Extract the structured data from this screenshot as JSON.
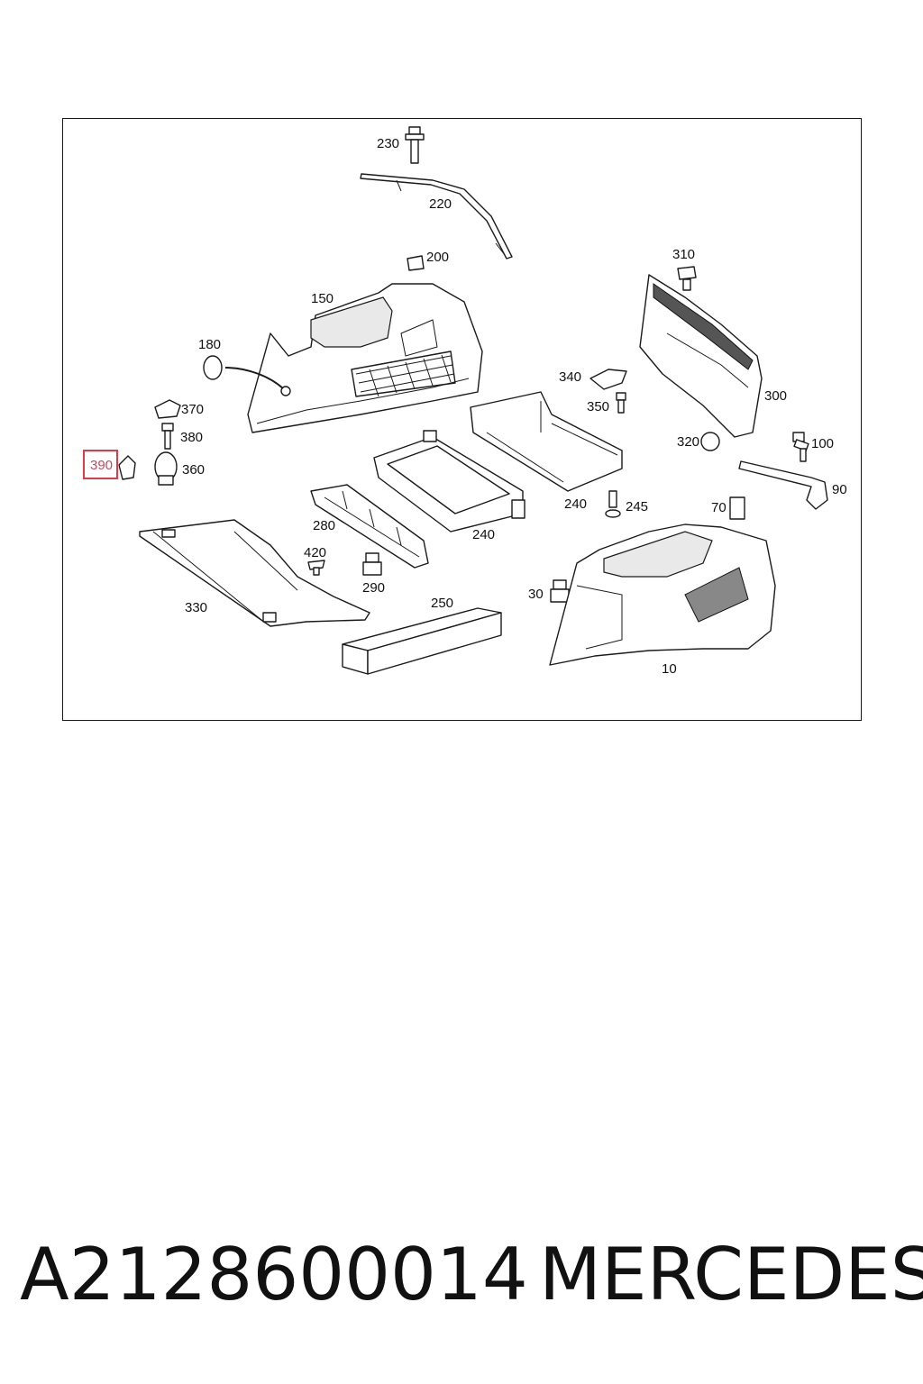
{
  "diagram": {
    "callouts": [
      {
        "id": "230",
        "label": "230"
      },
      {
        "id": "220",
        "label": "220"
      },
      {
        "id": "200",
        "label": "200"
      },
      {
        "id": "150",
        "label": "150"
      },
      {
        "id": "310",
        "label": "310"
      },
      {
        "id": "180",
        "label": "180"
      },
      {
        "id": "340",
        "label": "340"
      },
      {
        "id": "300",
        "label": "300"
      },
      {
        "id": "370",
        "label": "370"
      },
      {
        "id": "350",
        "label": "350"
      },
      {
        "id": "380",
        "label": "380"
      },
      {
        "id": "320",
        "label": "320"
      },
      {
        "id": "100",
        "label": "100"
      },
      {
        "id": "390",
        "label": "390",
        "highlighted": true
      },
      {
        "id": "360",
        "label": "360"
      },
      {
        "id": "90",
        "label": "90"
      },
      {
        "id": "240a",
        "label": "240"
      },
      {
        "id": "245",
        "label": "245"
      },
      {
        "id": "70",
        "label": "70"
      },
      {
        "id": "280",
        "label": "280"
      },
      {
        "id": "240b",
        "label": "240"
      },
      {
        "id": "420",
        "label": "420"
      },
      {
        "id": "290",
        "label": "290"
      },
      {
        "id": "250",
        "label": "250"
      },
      {
        "id": "30",
        "label": "30"
      },
      {
        "id": "330",
        "label": "330"
      },
      {
        "id": "10",
        "label": "10"
      }
    ],
    "highlight_color": "#e03a4a"
  },
  "caption": {
    "part_number": "A2128600014",
    "brand": "MERCEDES"
  }
}
